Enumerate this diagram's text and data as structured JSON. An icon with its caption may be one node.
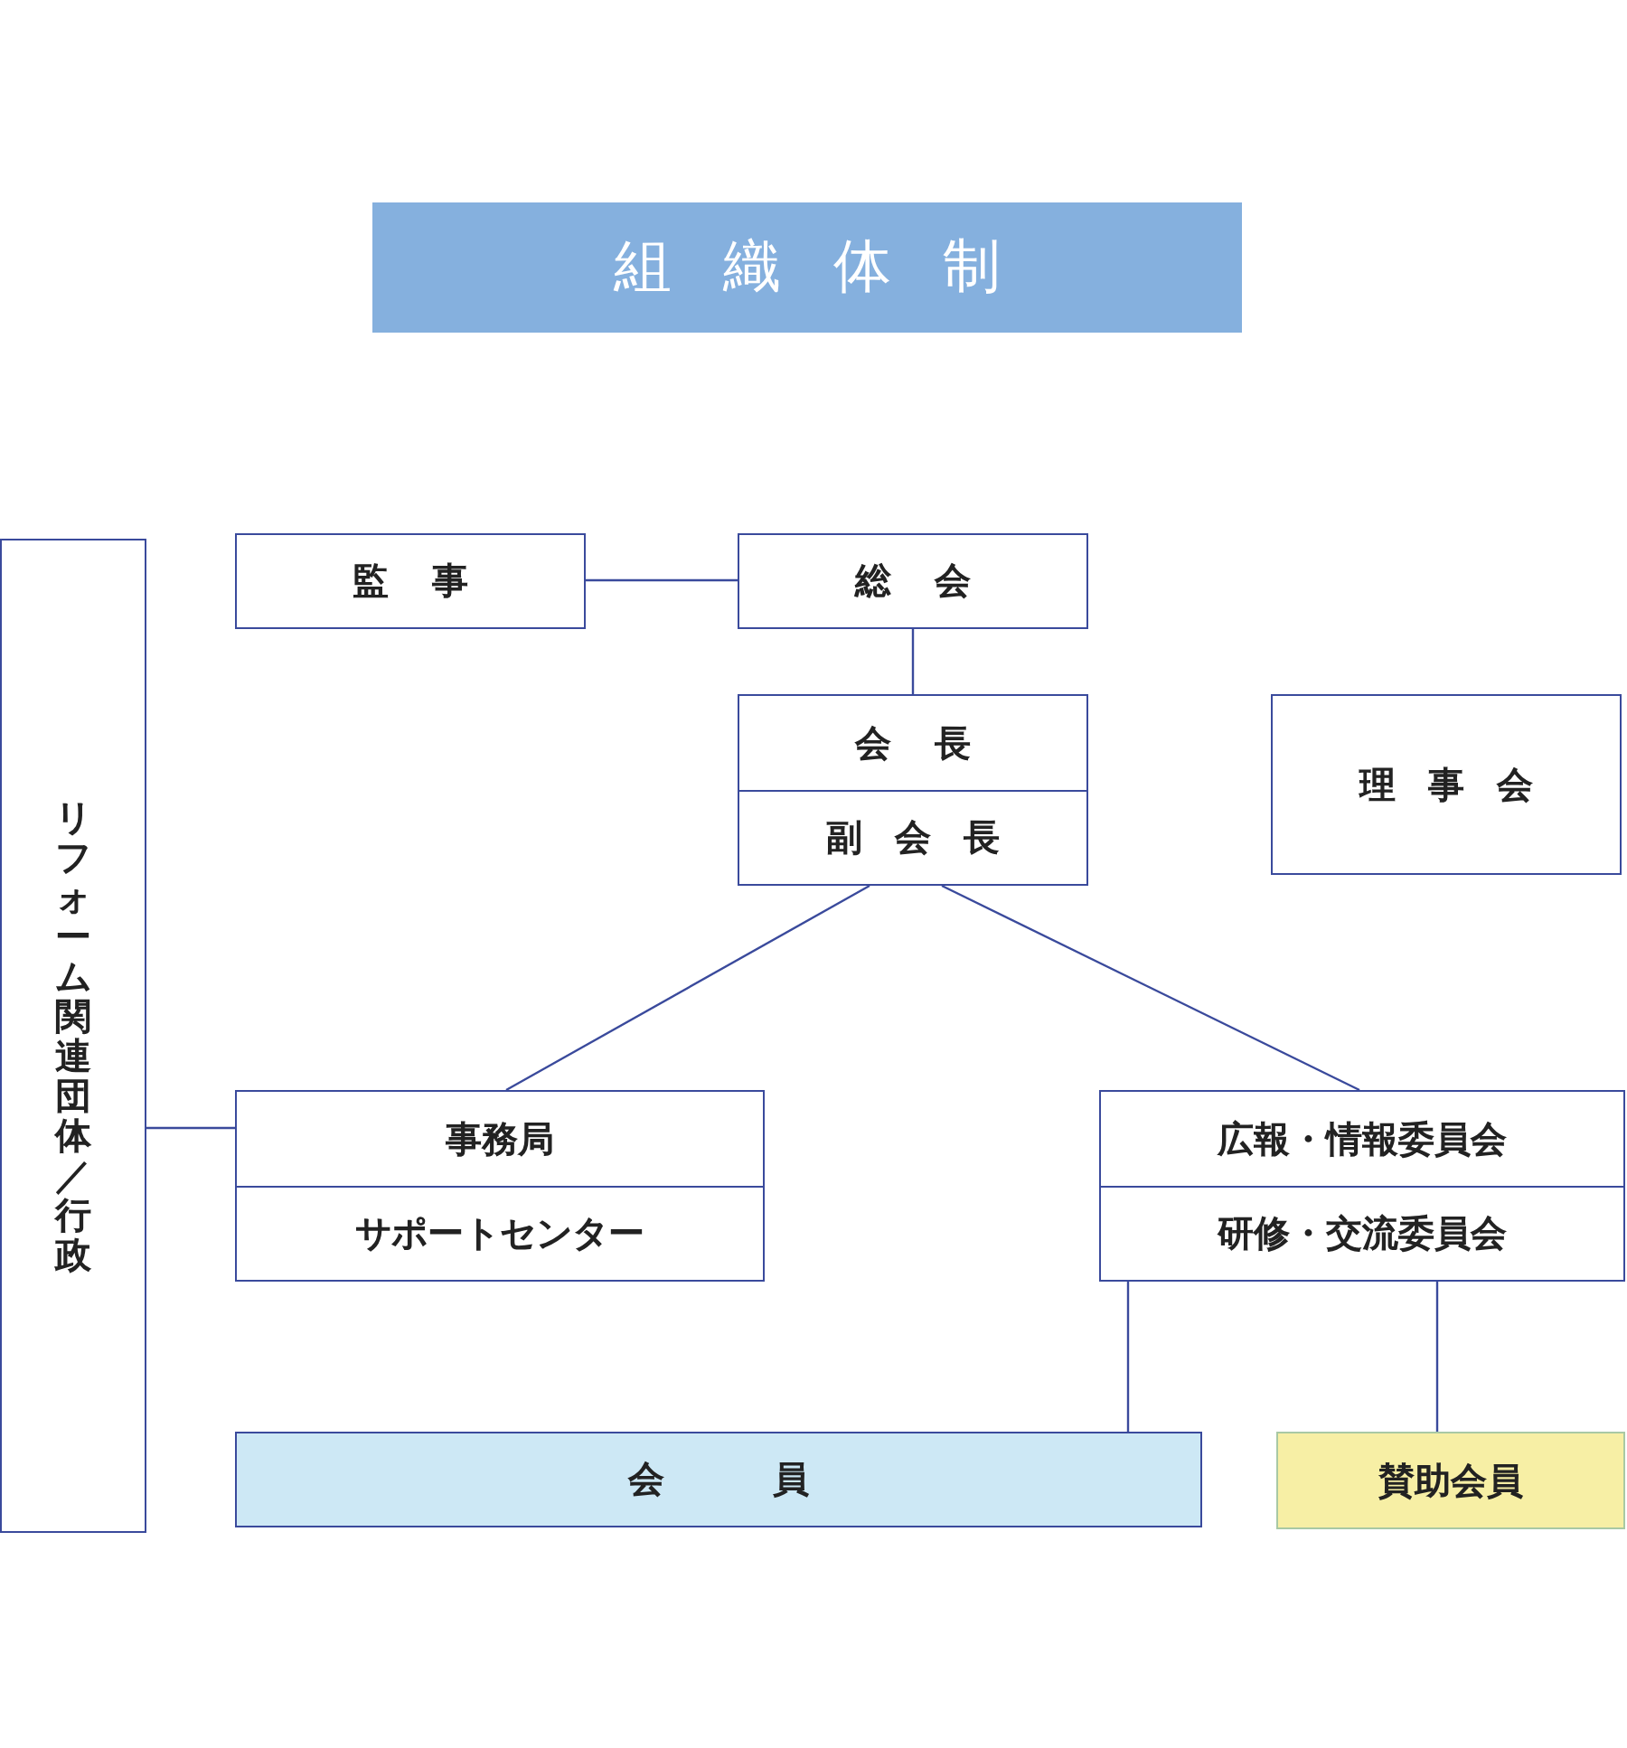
{
  "diagram": {
    "title": "組織体制",
    "nodes": [
      {
        "text": [
          "監事"
        ]
      },
      {
        "text": [
          "総会"
        ]
      },
      {
        "text": [
          "会長"
        ]
      },
      {
        "text": [
          "副会長"
        ]
      },
      {
        "text": [
          "理事会"
        ]
      },
      {
        "text": [
          "リフォーム関連団体／行政"
        ]
      },
      {
        "text": [
          "事務局"
        ]
      },
      {
        "text": [
          "サポートセンター"
        ]
      },
      {
        "text": [
          "広報・情報委員会"
        ]
      },
      {
        "text": [
          "研修・交流委員会"
        ]
      },
      {
        "text": [
          "会員"
        ]
      },
      {
        "text": [
          "賛助会員"
        ]
      }
    ],
    "edges": [
      {
        "from": 0,
        "to": 1,
        "arrow": "none"
      },
      {
        "from": 1,
        "to": 2,
        "arrow": "none"
      },
      {
        "from": 3,
        "to": 6,
        "arrow": "none"
      },
      {
        "from": 3,
        "to": 8,
        "arrow": "none"
      },
      {
        "from": 5,
        "to": 6,
        "arrow": "none"
      },
      {
        "from": 9,
        "to": 10,
        "arrow": "none"
      },
      {
        "from": 9,
        "to": 11,
        "arrow": "none"
      }
    ]
  }
}
